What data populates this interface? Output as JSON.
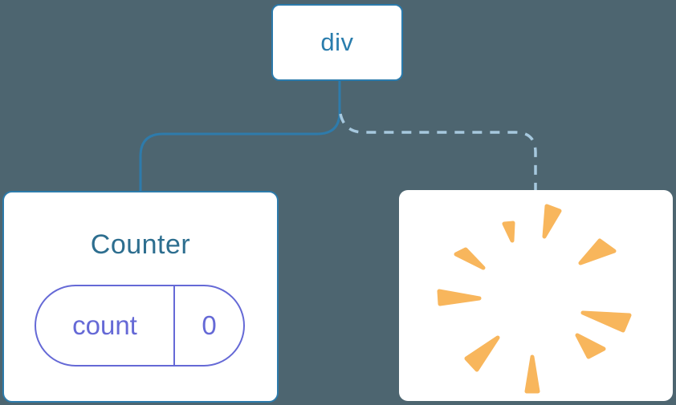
{
  "diagram": {
    "description": "component tree diagram",
    "root_node": {
      "label": "div"
    },
    "kept_node": {
      "title": "Counter",
      "state_pill": {
        "key": "count",
        "value": "0"
      }
    },
    "removed_node": {
      "icon": "poof-icon"
    },
    "connectors": {
      "kept_style": "solid",
      "removed_style": "dashed"
    },
    "colors": {
      "background": "#4D6570",
      "card_background": "#FFFFFF",
      "root_node_border": "#2B7AAB",
      "root_label": "#2A7DAD",
      "component_title": "#2D6E8F",
      "state_pill": "#6569D6",
      "solid_connector": "#2E7BAB",
      "dashed_connector": "#A6C8DE",
      "poof_orange": "#F8B65C"
    }
  }
}
